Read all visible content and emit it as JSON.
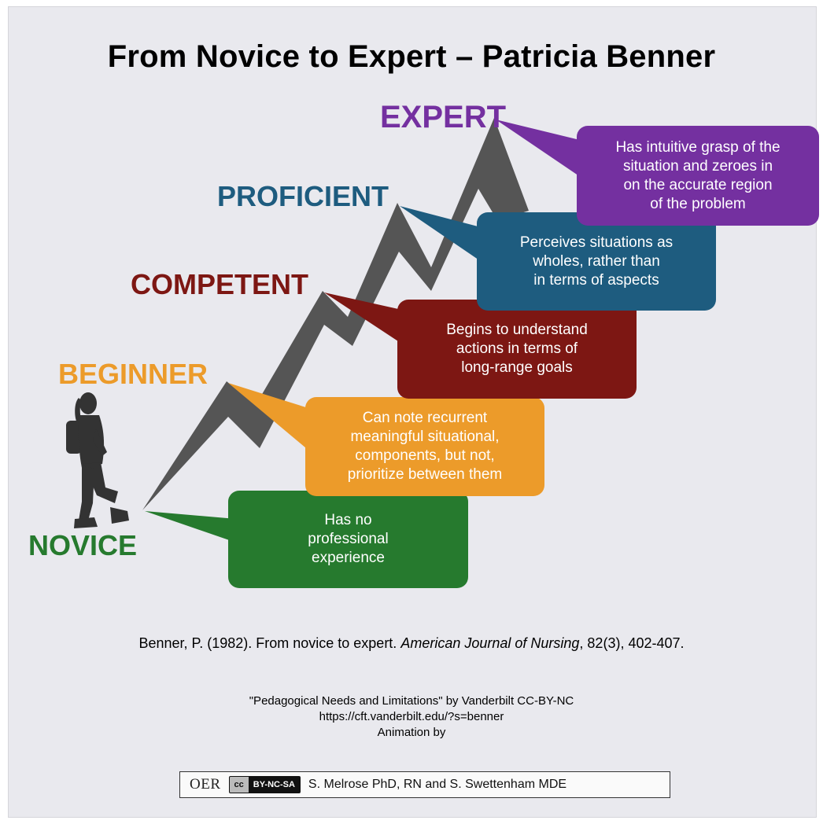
{
  "title": "From Novice to Expert – Patricia Benner",
  "colors": {
    "novice": "#267a2e",
    "beginner": "#ec9b2a",
    "competent": "#7d1713",
    "proficient": "#1e5c7f",
    "expert": "#7430a0",
    "mountain": "#555555",
    "background": "#e9e9ee"
  },
  "stages": [
    {
      "id": "novice",
      "label": "NOVICE",
      "description": "Has no professional experience"
    },
    {
      "id": "beginner",
      "label": "BEGINNER",
      "description": "Can note recurrent meaningful situational, components, but not, prioritize between them"
    },
    {
      "id": "competent",
      "label": "COMPETENT",
      "description": "Begins to understand actions in terms of long-range goals"
    },
    {
      "id": "proficient",
      "label": "PROFICIENT",
      "description": "Perceives situations as wholes, rather than in terms of aspects"
    },
    {
      "id": "expert",
      "label": "EXPERT",
      "description": "Has intuitive grasp of the situation and zeroes in on the accurate region of the problem"
    }
  ],
  "bubble_lines": {
    "novice": [
      "Has no",
      "professional",
      "experience"
    ],
    "beginner": [
      "Can note recurrent",
      "meaningful situational,",
      "components, but not,",
      "prioritize between them"
    ],
    "competent": [
      "Begins to understand",
      "actions in terms of",
      "long-range goals"
    ],
    "proficient": [
      "Perceives situations as",
      "wholes, rather than",
      "in terms of aspects"
    ],
    "expert": [
      "Has intuitive grasp of the",
      "situation and zeroes in",
      "on the accurate region",
      "of the problem"
    ]
  },
  "citation": {
    "pre": "Benner, P. (1982). From novice to expert. ",
    "journal": "American Journal of Nursing",
    "post": ", 82(3), 402-407."
  },
  "credits": {
    "line1": "\"Pedagogical Needs and Limitations\" by Vanderbilt CC-BY-NC",
    "line2": "https://cft.vanderbilt.edu/?s=benner",
    "line3": "Animation by"
  },
  "license": {
    "oer_logo": "OER",
    "cc_symbol": "cc",
    "cc_label": "BY-NC-SA",
    "names": "S. Melrose PhD, RN and S. Swettenham MDE"
  },
  "icons": {
    "hiker": "hiker-silhouette-icon",
    "mountain": "zigzag-mountain-path-icon"
  }
}
